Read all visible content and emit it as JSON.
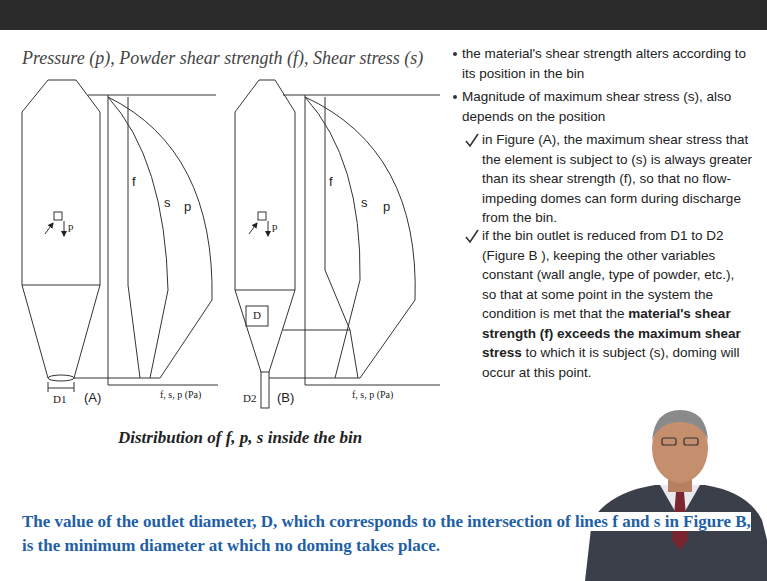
{
  "diagram": {
    "title": "Pressure (p), Powder shear strength (f), Shear stress (s)",
    "caption": "Distribution of f, p, s inside the bin",
    "labels": [
      "the material's shear strength alters according to its position in the bin",
      "Magnitude of maximum shear stress (s), also depends on the position",
      "in Figure (A), the maximum shear stress that the element is subject to (s) is always greater than its shear strength (f), so that no flow-impeding domes can form during discharge from the bin.",
      "if the bin outlet is reduced from D1 to D2 (Figure B ), keeping the other variables constant (wall angle, type of powder, etc.), so that at some point in the system the condition is met that the",
      "material's shear strength (f) exceeds the maximum shear stress",
      "to which it is subject (s), doming will occur at this point.",
      "p",
      "f",
      "s",
      "p",
      "f, s, p (Pa)",
      "D1",
      "(A)",
      "p",
      "f",
      "s",
      "p",
      "f, s, p (Pa)",
      "D",
      "D2",
      "(B)",
      "The value of the outlet diameter, D, which corresponds to the intersection of lines f and s in Figure B, is the minimum diameter at which no doming takes place."
    ]
  }
}
